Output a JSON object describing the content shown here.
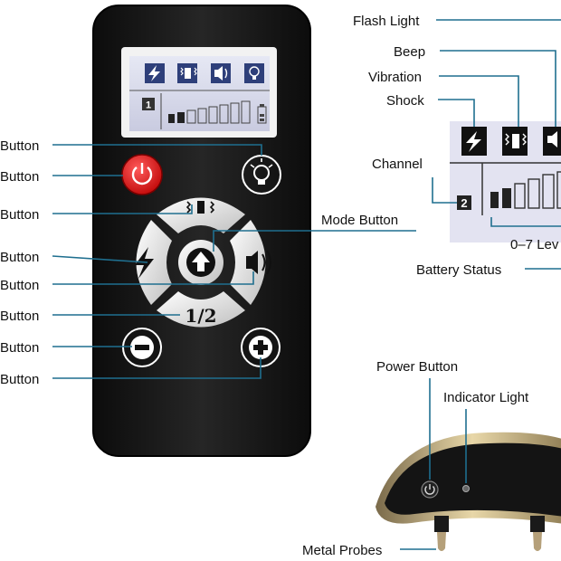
{
  "left_labels": [
    "Button",
    "Button",
    "Button",
    "Button",
    "Button",
    "Button",
    "Button",
    "Button"
  ],
  "callouts": {
    "flash_light": "Flash Light",
    "beep": "Beep",
    "vibration": "Vibration",
    "shock": "Shock",
    "channel": "Channel",
    "mode_button": "Mode Button",
    "levels": "0–7 Lev",
    "battery_status": "Battery Status",
    "power_button": "Power Button",
    "indicator_light": "Indicator Light",
    "metal_probes": "Metal Probes"
  },
  "remote": {
    "lcd_channel_digit": "1",
    "half_label": "1/2"
  },
  "zoom_lcd": {
    "channel_digit": "2"
  },
  "icons": [
    "lightning-icon",
    "vibration-icon",
    "speaker-icon",
    "bulb-icon",
    "power-icon",
    "up-arrow-icon",
    "minus-icon",
    "plus-icon"
  ]
}
